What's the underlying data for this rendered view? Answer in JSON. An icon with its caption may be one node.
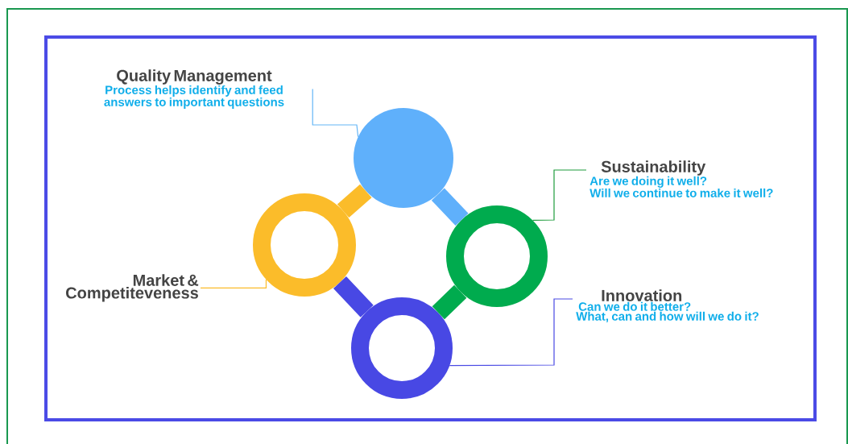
{
  "diagram": {
    "nodes": [
      {
        "text": [
          "Quality Management",
          "Process helps identify and feed answers to important questions"
        ]
      },
      {
        "text": [],
        "shape": "circle"
      },
      {
        "text": [
          "Sustainability",
          "Are we doing it well?",
          "Will we continue to make it well?"
        ]
      },
      {
        "text": [],
        "shape": "circle"
      },
      {
        "text": [
          "Market & Competiteveness"
        ]
      },
      {
        "text": [],
        "shape": "circle"
      },
      {
        "text": [
          "Innovation",
          "Can we do it better?",
          "What, can and how will we do it?"
        ]
      },
      {
        "text": [],
        "shape": "circle"
      }
    ],
    "edges": [
      {
        "from": 0,
        "to": 1,
        "arrow": "none",
        "color": "#64b5f6"
      },
      {
        "from": 2,
        "to": 3,
        "arrow": "none",
        "color": "#1e9c3c"
      },
      {
        "from": 4,
        "to": 5,
        "arrow": "none",
        "color": "#fbbc2a"
      },
      {
        "from": 6,
        "to": 7,
        "arrow": "none",
        "color": "#4a4ae4"
      },
      {
        "from": 5,
        "to": 1,
        "arrow": "none",
        "style": "thick",
        "color": "#fbbc2a"
      },
      {
        "from": 1,
        "to": 3,
        "arrow": "none",
        "style": "thick",
        "color": "#5fb0fb"
      },
      {
        "from": 3,
        "to": 7,
        "arrow": "none",
        "style": "thick",
        "color": "#00ab4e"
      },
      {
        "from": 7,
        "to": 5,
        "arrow": "none",
        "style": "thick",
        "color": "#4848e4"
      }
    ]
  }
}
